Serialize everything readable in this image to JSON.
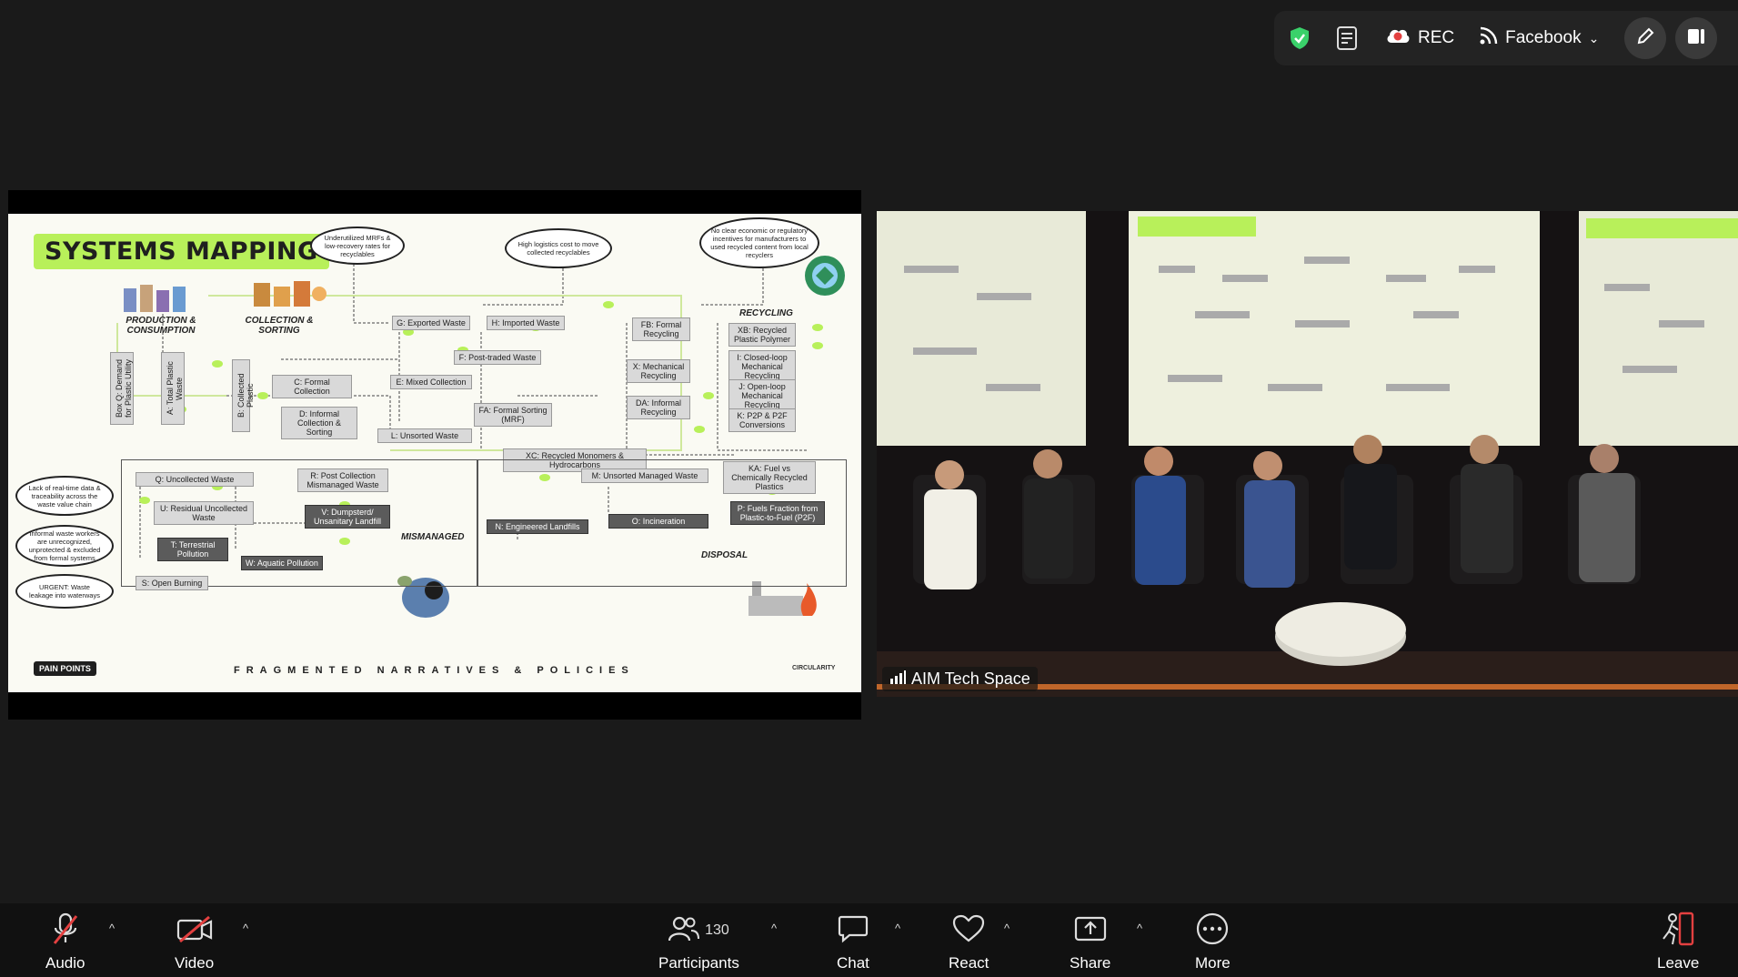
{
  "topbar": {
    "rec_label": "REC",
    "stream_label": "Facebook"
  },
  "slide": {
    "title": "SYSTEMS MAPPING",
    "sections": {
      "production": "PRODUCTION & CONSUMPTION",
      "collection": "COLLECTION & SORTING",
      "recycling": "RECYCLING",
      "mismanaged": "MISMANAGED",
      "disposal": "DISPOSAL"
    },
    "bubbles": {
      "b1": "Underutilized MRFs & low-recovery rates for recyclables",
      "b2": "High logistics cost to move collected recyclables",
      "b3": "No clear economic or regulatory incentives for manufacturers to used recycled content from local recyclers",
      "b4": "Lack of real-time data & traceability across the waste value chain",
      "b5": "Informal waste workers are unrecognized, unprotected & excluded from formal systems",
      "b6": "URGENT: Waste leakage into waterways"
    },
    "nodes": {
      "g": "G: Exported Waste",
      "h": "H: Imported Waste",
      "f": "F: Post-traded Waste",
      "c": "C: Formal Collection",
      "e": "E: Mixed Collection",
      "d": "D: Informal Collection & Sorting",
      "fa": "FA: Formal Sorting (MRF)",
      "l": "L: Unsorted Waste",
      "fb": "FB: Formal Recycling",
      "xb": "XB: Recycled Plastic Polymer",
      "x": "X: Mechanical Recycling",
      "i": "I: Closed-loop Mechanical Recycling",
      "j": "J: Open-loop Mechanical Recycling",
      "da": "DA: Informal Recycling",
      "k": "K: P2P & P2F Conversions",
      "xc": "XC: Recycled Monomers & Hydrocarbons",
      "ka": "KA: Fuel vs Chemically Recycled Plastics",
      "q": "Q: Uncollected Waste",
      "r": "R: Post Collection Mismanaged Waste",
      "u": "U: Residual Uncollected Waste",
      "v": "V: Dumpsterd/ Unsanitary Landfill",
      "t": "T: Terrestrial Pollution",
      "w": "W: Aquatic Pollution",
      "s": "S: Open Burning",
      "m": "M: Unsorted Managed Waste",
      "n": "N: Engineered Landfills",
      "o": "O: Incineration",
      "p": "P: Fuels Fraction from Plastic-to-Fuel (P2F)",
      "a": "A: Total Plastic Waste",
      "boxq": "Box Q: Demand for Plastic Utility",
      "b": "B: Collected Plastic"
    },
    "pain_points": "PAIN POINTS",
    "footer": "FRAGMENTED NARRATIVES & POLICIES",
    "logo": "CIRCULARITY"
  },
  "video": {
    "participant_name": "AIM Tech Space",
    "screen_title": "SYSTEMS MAPPING"
  },
  "toolbar": {
    "audio": "Audio",
    "video": "Video",
    "participants": "Participants",
    "participants_count": "130",
    "chat": "Chat",
    "react": "React",
    "share": "Share",
    "more": "More",
    "leave": "Leave"
  },
  "colors": {
    "accent_green": "#b8f05a",
    "shield_green": "#3ad16a",
    "rec_red": "#e34040",
    "muted_red": "#e34040"
  }
}
